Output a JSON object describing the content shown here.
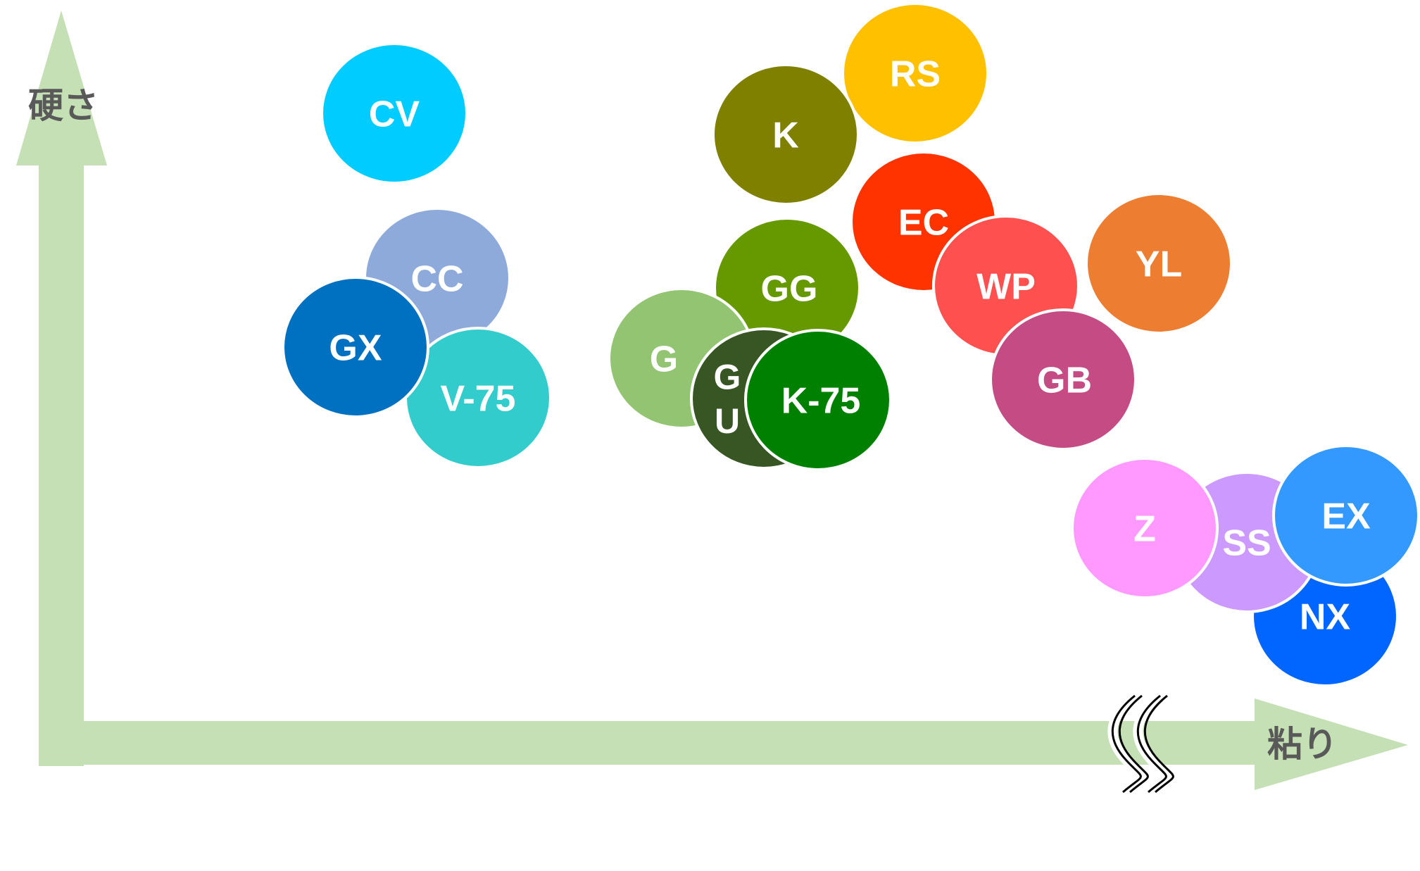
{
  "axes": {
    "y_label": "硬さ",
    "x_label": "粘り",
    "axis_color": "#c5e0b4",
    "axis_label_color": "#595959"
  },
  "bubbles": [
    {
      "label": "CV",
      "color": "#00ccff"
    },
    {
      "label": "CC",
      "color": "#8eaadb"
    },
    {
      "label": "V-75",
      "color": "#33cccc"
    },
    {
      "label": "GX",
      "color": "#0070c0"
    },
    {
      "label": "RS",
      "color": "#ffc000"
    },
    {
      "label": "K",
      "color": "#7f7f00"
    },
    {
      "label": "EC",
      "color": "#ff3300"
    },
    {
      "label": "GG",
      "color": "#669900"
    },
    {
      "label": "G",
      "color": "#92c471"
    },
    {
      "label": "GU",
      "label_lines": [
        "G",
        "U"
      ],
      "color": "#375623"
    },
    {
      "label": "K-75",
      "color": "#008000"
    },
    {
      "label": "WP",
      "color": "#ff5050"
    },
    {
      "label": "YL",
      "color": "#ed7d31"
    },
    {
      "label": "GB",
      "color": "#c44b84"
    },
    {
      "label": "NX",
      "color": "#0066ff"
    },
    {
      "label": "SS",
      "color": "#cc99ff"
    },
    {
      "label": "Z",
      "color": "#ff99ff"
    },
    {
      "label": "EX",
      "color": "#3399ff"
    }
  ],
  "axis_break": {
    "icon": "wavy-break-icon",
    "color": "#000000"
  }
}
